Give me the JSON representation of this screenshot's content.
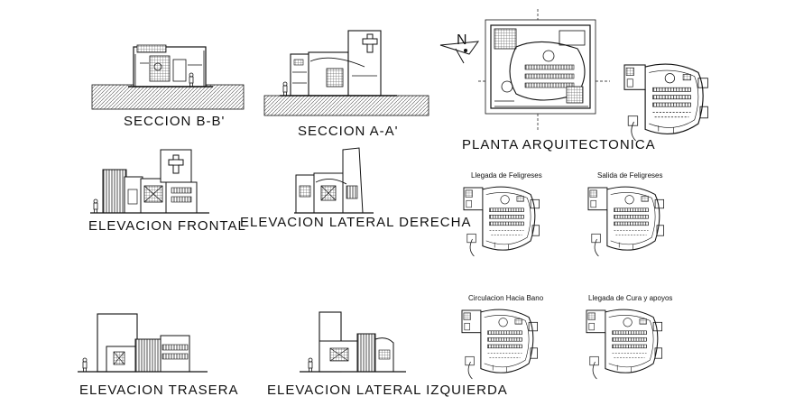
{
  "labels": {
    "seccion_bb": "SECCION B-B'",
    "seccion_aa": "SECCION A-A'",
    "planta": "PLANTA ARQUITECTONICA",
    "elev_frontal": "ELEVACION FRONTAL",
    "elev_derecha": "ELEVACION LATERAL DERECHA",
    "elev_trasera": "ELEVACION TRASERA",
    "elev_izquierda": "ELEVACION LATERAL IZQUIERDA",
    "north": "N",
    "plan_1": "Llegada de Feligreses",
    "plan_2": "Salida de Feligreses",
    "plan_3": "Circulacion Hacia Bano",
    "plan_4": "Llegada de Cura y apoyos"
  }
}
